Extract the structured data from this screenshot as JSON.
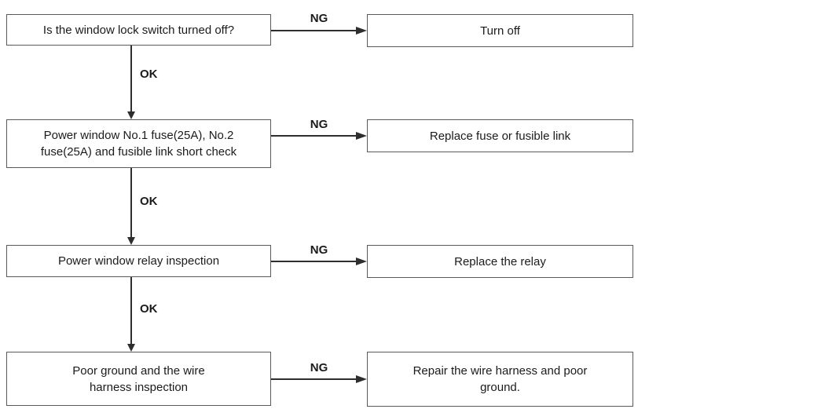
{
  "labels": {
    "ng": "NG",
    "ok": "OK"
  },
  "rows": [
    {
      "step_lines": [
        "Is the window lock switch turned off?"
      ],
      "action_lines": [
        "Turn off"
      ]
    },
    {
      "step_lines": [
        "Power window No.1 fuse(25A), No.2",
        "fuse(25A) and fusible link short check"
      ],
      "action_lines": [
        "Replace fuse or fusible link"
      ]
    },
    {
      "step_lines": [
        "Power window relay inspection"
      ],
      "action_lines": [
        "Replace the relay"
      ]
    },
    {
      "step_lines": [
        "Poor ground and the wire",
        "harness inspection"
      ],
      "action_lines": [
        "Repair the wire harness and poor",
        "ground."
      ]
    }
  ],
  "colors": {
    "background": "#ffffff",
    "border": "#5a5a5a",
    "line": "#2e2e2e",
    "text": "#1b1b1b"
  }
}
